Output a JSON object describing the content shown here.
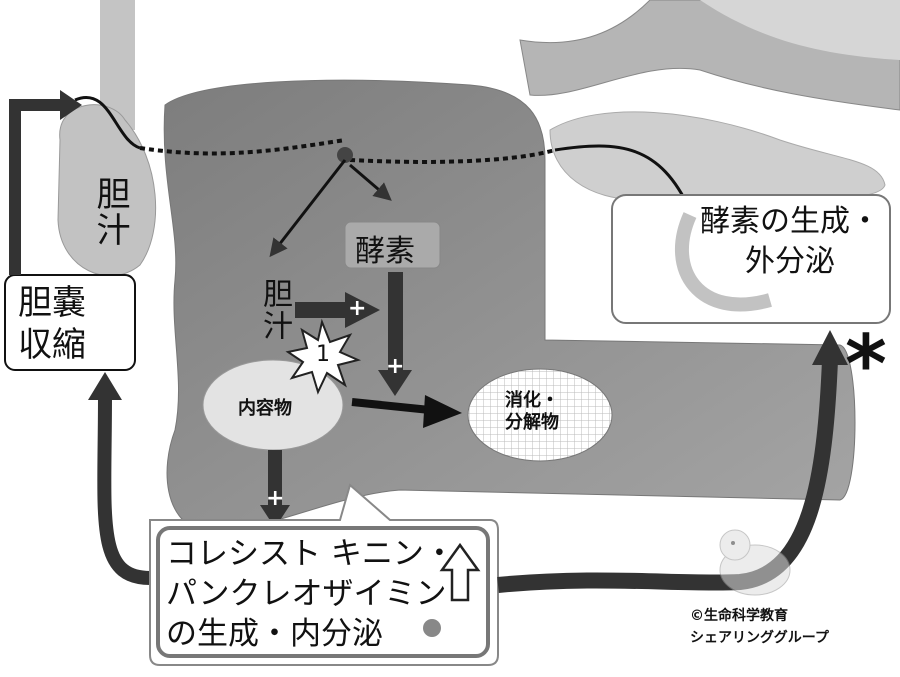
{
  "gallbladder_label": "胆汁",
  "gallbladder_contraction": [
    "胆嚢",
    "収縮"
  ],
  "enzyme_label": "酵素",
  "bile_label": "胆汁",
  "contents_label": "内容物",
  "digested_label": [
    "消化・",
    "分解物"
  ],
  "star_number": "1",
  "plus_sign": "+",
  "hormone_box": [
    "コレシスト キニン・",
    "パンクレオザイミン",
    "の生成・内分泌"
  ],
  "enzyme_secretion": [
    "酵素の生成・",
    "外分泌"
  ],
  "asterisk": "*",
  "copyright": [
    "©生命科学教育",
    "シェアリンググループ"
  ],
  "colors": {
    "arrow": "#333333",
    "intestine": "#8f8f8f",
    "organ_light": "#c8c8c8"
  }
}
